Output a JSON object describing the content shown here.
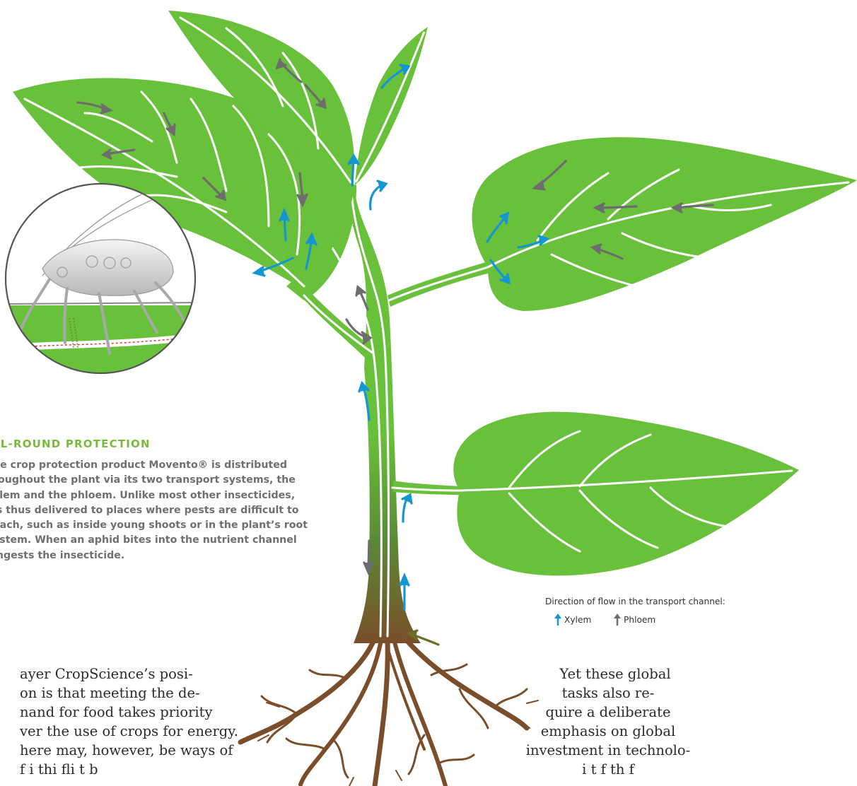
{
  "colors": {
    "leaf": "#69c13b",
    "vein": "#ffffff",
    "xylem_arrow": "#1496d0",
    "phloem_arrow": "#6d6d6d",
    "root": "#7a4e2a",
    "heading": "#7ab93a"
  },
  "sidebar": {
    "heading": "LL-ROUND PROTECTION",
    "lines": [
      "he crop protection product Movento® is distributed",
      "roughout the plant via its two transport systems, the",
      "ylem and the phloem. Unlike most other insecticides,",
      " is thus delivered to places where pests are difficult to",
      "each, such as inside young shoots or in the plant’s root",
      "ystem. When an aphid bites into the nutrient channel",
      " ingests the insecticide."
    ]
  },
  "legend": {
    "title": "Direction of flow in the transport channel:",
    "xylem_label": "Xylem",
    "phloem_label": "Phloem"
  },
  "article_left": {
    "lines": [
      "ayer CropScience’s posi-",
      "on is that meeting the de-",
      "nand for food takes priority",
      "ver the use of crops for energy.",
      "here may, however, be ways of",
      "f i    thi     fli t b"
    ]
  },
  "article_right": {
    "lines": [
      "Yet these global",
      "tasks also re-",
      "quire a deliberate",
      "emphasis on global",
      "investment in technolo-",
      "     i    t   f  th  f"
    ]
  },
  "illustration": {
    "subjects": [
      "plant-stem",
      "leaf",
      "roots",
      "aphid-magnifier",
      "flow-arrows"
    ]
  }
}
